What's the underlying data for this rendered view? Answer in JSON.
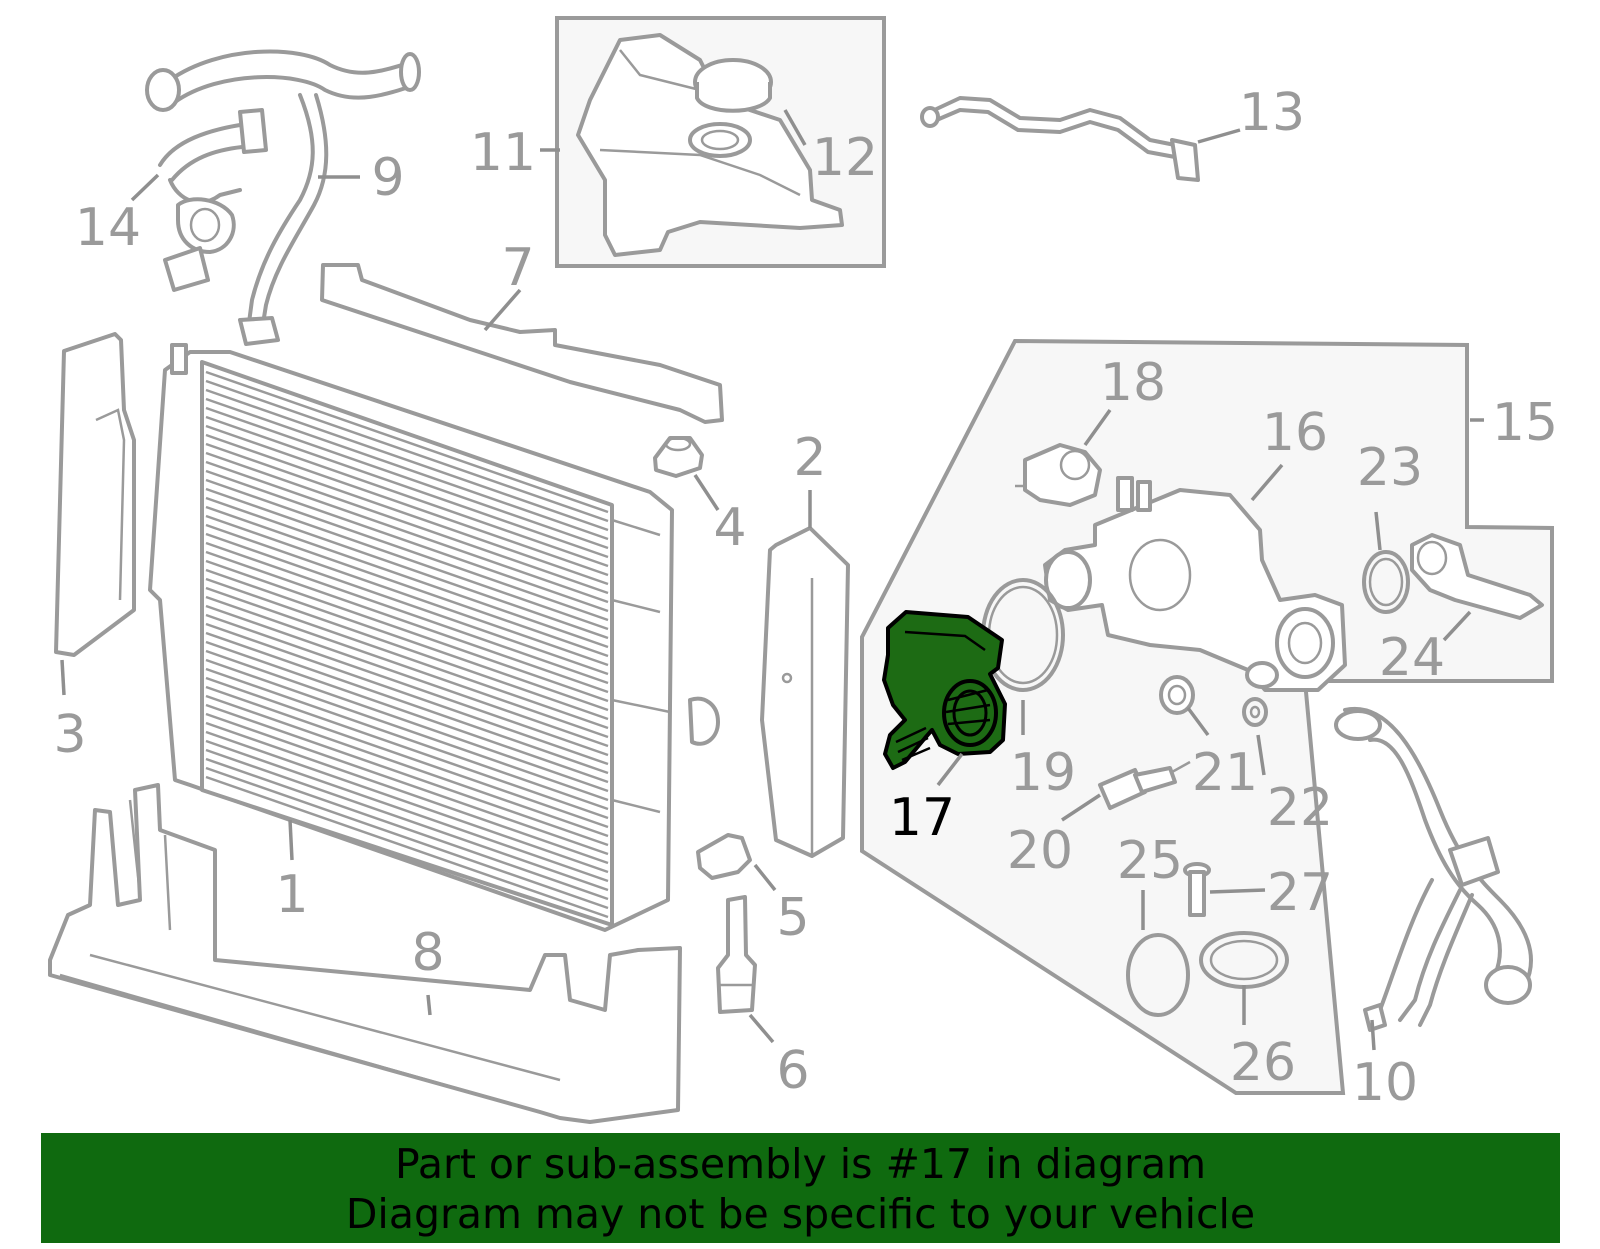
{
  "callouts": {
    "c1": "1",
    "c2": "2",
    "c3": "3",
    "c4": "4",
    "c5": "5",
    "c6": "6",
    "c7": "7",
    "c8": "8",
    "c9": "9",
    "c10": "10",
    "c11": "11",
    "c12": "12",
    "c13": "13",
    "c14": "14",
    "c15": "15",
    "c16": "16",
    "c17": "17",
    "c18": "18",
    "c19": "19",
    "c20": "20",
    "c21": "21",
    "c22": "22",
    "c23": "23",
    "c24": "24",
    "c25": "25",
    "c26": "26",
    "c27": "27"
  },
  "highlighted_part": "17",
  "colors": {
    "highlight_fill": "#1d6b14",
    "banner_bg": "#0f6a0f",
    "line_gray": "#9a9a9a"
  },
  "banner": {
    "line1": "Part or sub-assembly is #17 in diagram",
    "line2": "Diagram may not be specific to your vehicle"
  }
}
